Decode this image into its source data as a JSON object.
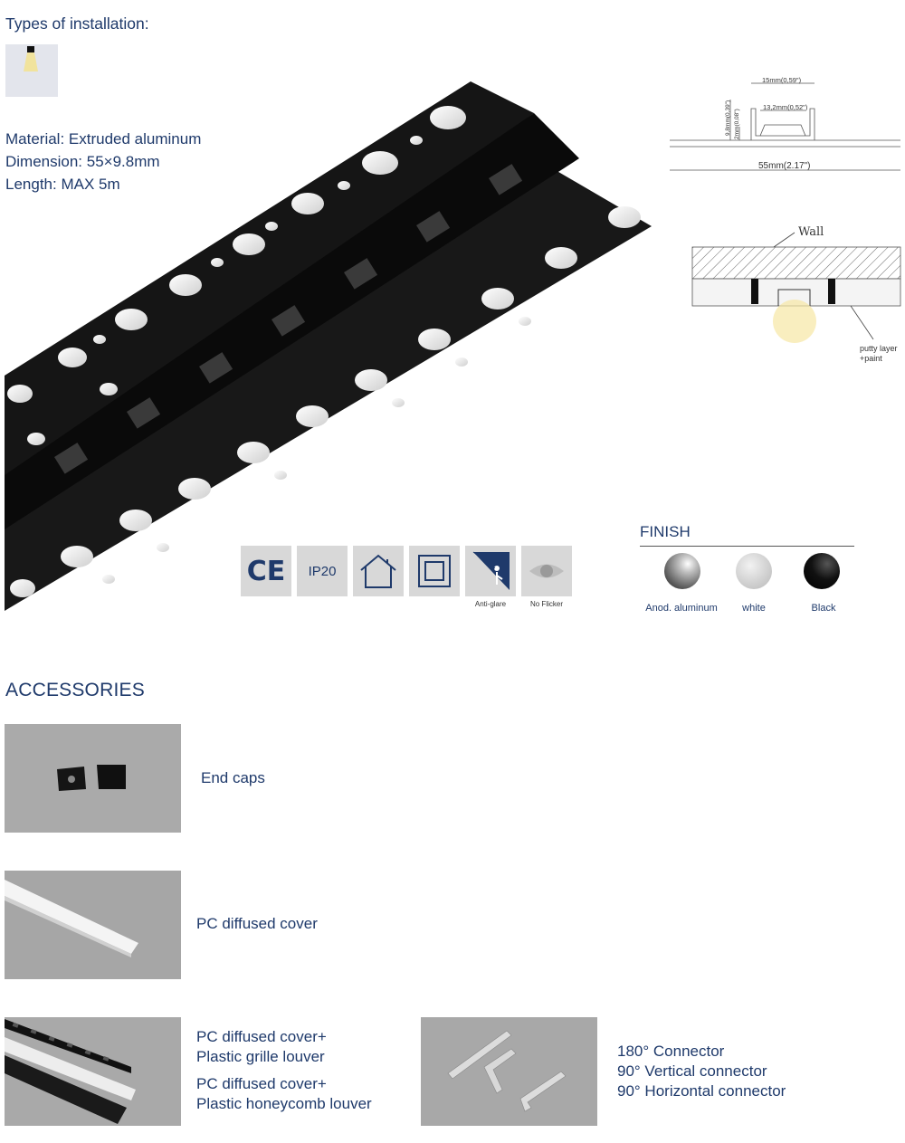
{
  "installation": {
    "heading": "Types of installation:",
    "specs": [
      "Material: Extruded aluminum",
      "Dimension: 55×9.8mm",
      "Length: MAX 5m"
    ]
  },
  "drawing": {
    "top_dim": "15mm(0,59\")",
    "inner_dim": "13,2mm(0,52\")",
    "height_dim_1": "9,8mm(0,39\")",
    "height_dim_2": "2mm(0,08\")",
    "width_dim": "55mm(2.17\")",
    "wall_label": "Wall",
    "putty_label_1": "putty layer",
    "putty_label_2": "+paint"
  },
  "certifications": [
    {
      "icon": "ce-mark-icon",
      "text": "CE",
      "caption": ""
    },
    {
      "icon": "ip20-icon",
      "text": "IP20",
      "caption": ""
    },
    {
      "icon": "indoor-house-icon",
      "text": "",
      "caption": ""
    },
    {
      "icon": "class-ii-icon",
      "text": "",
      "caption": ""
    },
    {
      "icon": "anti-glare-icon",
      "text": "",
      "caption": "Anti-glare"
    },
    {
      "icon": "no-flicker-icon",
      "text": "",
      "caption": "No Flicker"
    }
  ],
  "finish": {
    "title": "FINISH",
    "options": [
      {
        "label": "Anod. aluminum",
        "color": "#9a9a9a"
      },
      {
        "label": "white",
        "color": "#d4d4d4"
      },
      {
        "label": "Black",
        "color": "#111111"
      }
    ]
  },
  "accessories": {
    "title": "ACCESSORIES",
    "items": [
      {
        "lines": [
          "End caps"
        ]
      },
      {
        "lines": [
          "PC diffused cover"
        ]
      },
      {
        "lines": [
          "PC diffused cover+",
          "Plastic grille louver"
        ],
        "lines2": [
          "PC diffused cover+",
          "Plastic honeycomb louver"
        ]
      },
      {
        "lines": [
          "180° Connector",
          "90° Vertical connector",
          "90° Horizontal connector"
        ]
      }
    ]
  },
  "colors": {
    "text": "#1f3a6b",
    "photo_bg": "#a9a9a9",
    "cert_bg": "#d8d8d8"
  }
}
